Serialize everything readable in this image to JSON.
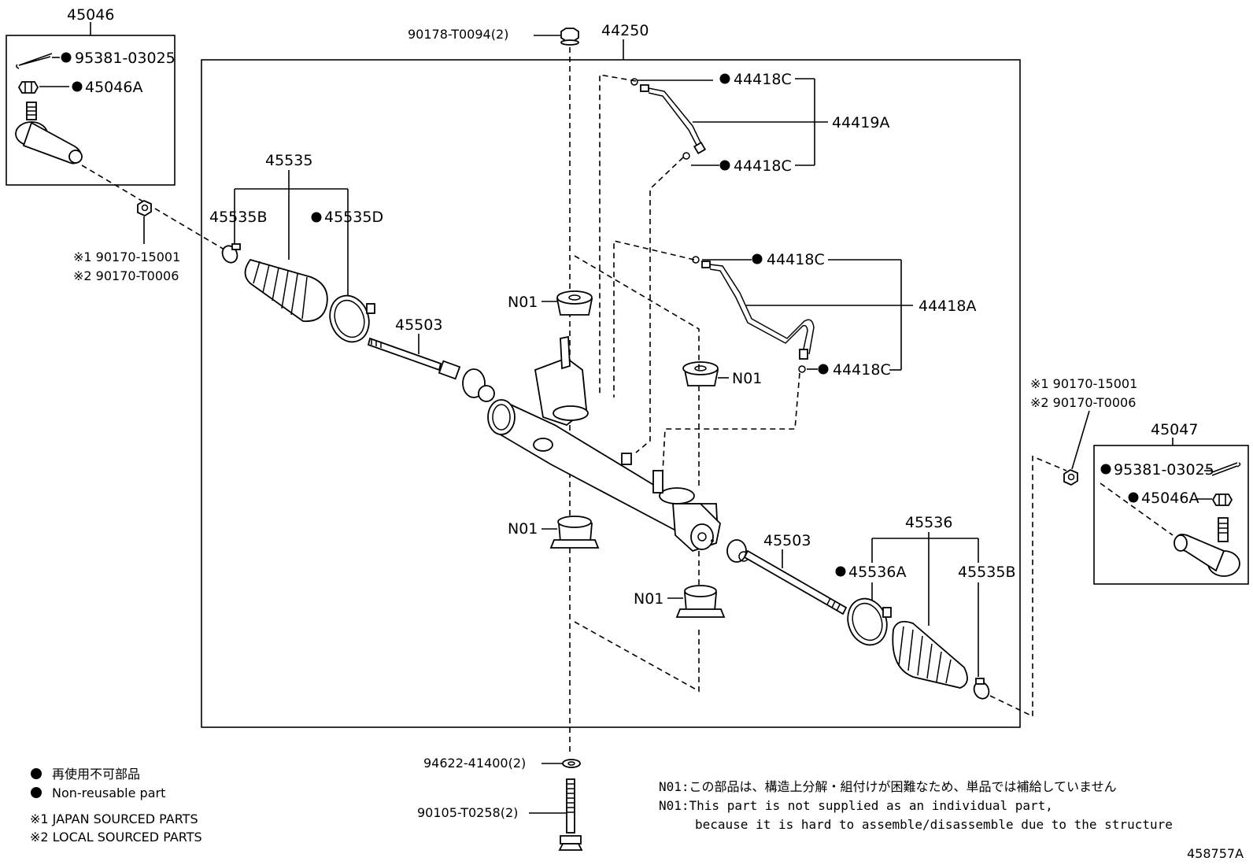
{
  "labels": {
    "p45046": "45046",
    "p95381a": "95381-03025",
    "p45046a": "45046A",
    "p90178": "90178-T0094(2)",
    "p44250": "44250",
    "p44418c_1": "44418C",
    "p44419a": "44419A",
    "p44418c_2": "44418C",
    "p45535": "45535",
    "p45535b_l": "45535B",
    "p45535d": "45535D",
    "p90170_l1": "※1 90170-15001",
    "p90170_l2": "※2 90170-T0006",
    "p44418c_3": "44418C",
    "p44418a": "44418A",
    "p44418c_4": "44418C",
    "n01_1": "N01",
    "n01_2": "N01",
    "n01_3": "N01",
    "n01_4": "N01",
    "p45503_l": "45503",
    "p45503_r": "45503",
    "p90170_r1": "※1 90170-15001",
    "p90170_r2": "※2 90170-T0006",
    "p45047": "45047",
    "p95381b": "95381-03025",
    "p45046a_r": "45046A",
    "p45536": "45536",
    "p45536a": "45536A",
    "p45535b_r": "45535B",
    "p94622": "94622-41400(2)",
    "p90105": "90105-T0258(2)"
  },
  "legend": {
    "nonreusable_jp": "再使用不可部品",
    "nonreusable_en": "Non-reusable part",
    "japan": "※1 JAPAN SOURCED PARTS",
    "local": "※2 LOCAL SOURCED PARTS"
  },
  "notes": {
    "n01_jp": "N01:この部品は、構造上分解・組付けが困難なため、単品では補給していません",
    "n01_en1": "N01:This part is not supplied as an individual part,",
    "n01_en2": "because it is hard to assemble/disassemble due to the structure"
  },
  "figure_id": "458757A"
}
